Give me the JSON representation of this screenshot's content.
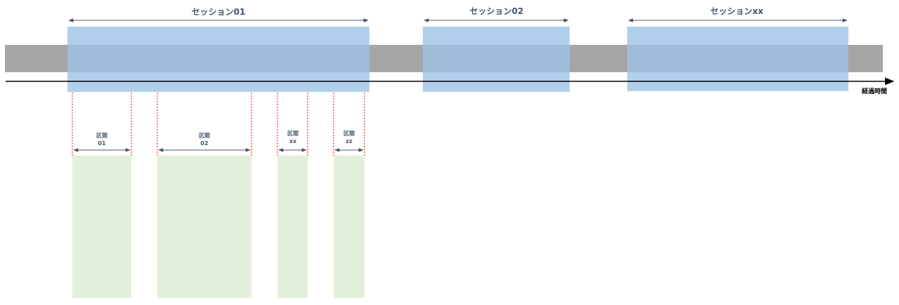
{
  "colors": {
    "timeline_bar": "#a6a6a6",
    "session_fill": "#9dc3e6",
    "session_arrow": "#44546a",
    "interval_fill": "#e2efda",
    "interval_boundary": "#ff0000",
    "axis": "#000000",
    "interval_text": "#44546a"
  },
  "axis": {
    "label": "経過時間"
  },
  "sessions": [
    {
      "label": "セッション01"
    },
    {
      "label": "セッション02"
    },
    {
      "label": "セッションxx"
    }
  ],
  "intervals": [
    {
      "label_line1": "区間",
      "label_line2": "01"
    },
    {
      "label_line1": "区間",
      "label_line2": "02"
    },
    {
      "label_line1": "区間",
      "label_line2": "xx"
    },
    {
      "label_line1": "区間",
      "label_line2": "zz"
    }
  ]
}
